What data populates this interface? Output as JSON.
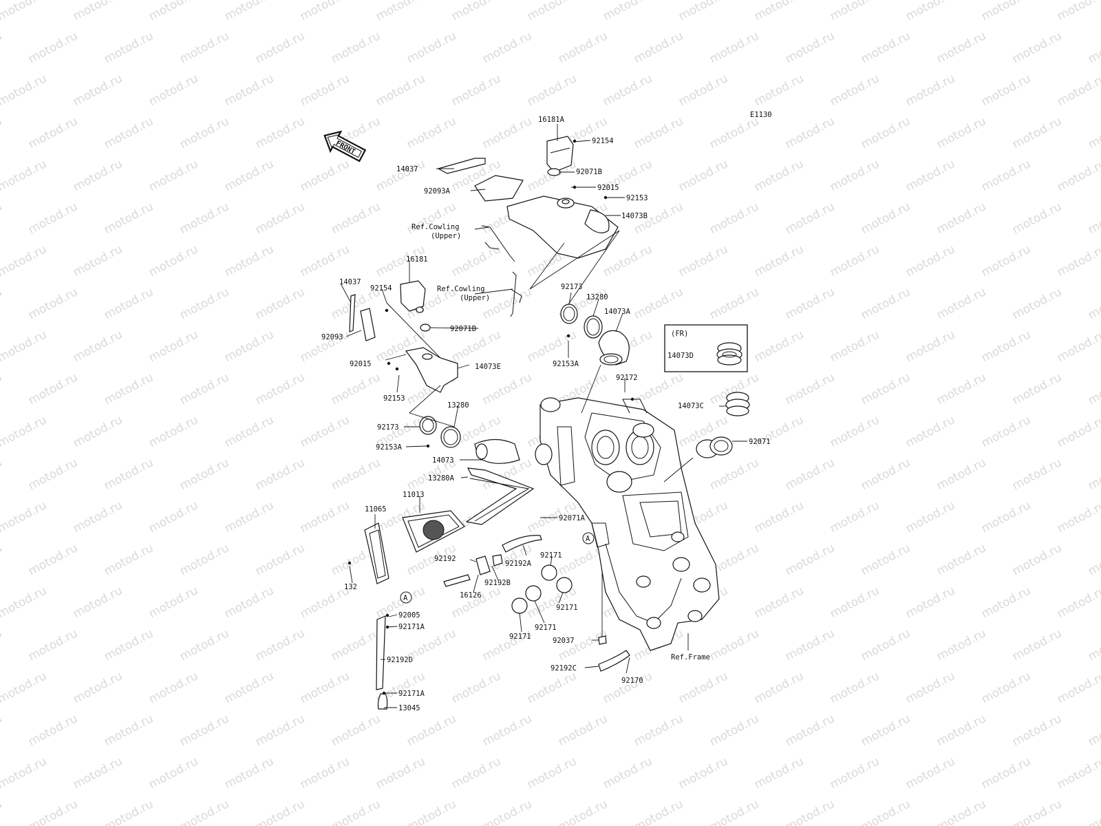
{
  "watermark": "motod.ru",
  "diagram_code": "E1130",
  "front_label": "FRONT",
  "fr_box": {
    "title": "(FR)",
    "part": "14073D"
  },
  "callouts": {
    "c_16181A": "16181A",
    "c_92154_top": "92154",
    "c_14037_top": "14037",
    "c_92071B_top": "92071B",
    "c_92093A": "92093A",
    "c_92015_top": "92015",
    "c_92153_top": "92153",
    "c_14073B": "14073B",
    "c_refcowl1_a": "Ref.Cowling",
    "c_refcowl1_b": "(Upper)",
    "c_16181": "16181",
    "c_14037_left": "14037",
    "c_92154_left": "92154",
    "c_refcowl2_a": "Ref.Cowling",
    "c_refcowl2_b": "(Upper)",
    "c_92173_r": "92173",
    "c_13280_r": "13280",
    "c_14073A": "14073A",
    "c_92093": "92093",
    "c_92071B_left": "92071B",
    "c_92015_left": "92015",
    "c_14073E": "14073E",
    "c_92153A_r": "92153A",
    "c_92153_left": "92153",
    "c_92172": "92172",
    "c_14073C": "14073C",
    "c_13280_l": "13280",
    "c_92173_l": "92173",
    "c_92071": "92071",
    "c_92153A_l": "92153A",
    "c_14073": "14073",
    "c_13280A": "13280A",
    "c_11013": "11013",
    "c_11065": "11065",
    "c_92071A": "92071A",
    "c_A1": "A",
    "c_92192": "92192",
    "c_92192A": "92192A",
    "c_92171_a": "92171",
    "c_92192B": "92192B",
    "c_132": "132",
    "c_16126": "16126",
    "c_92171_b": "92171",
    "c_A2": "A",
    "c_92005": "92005",
    "c_92171A_1": "92171A",
    "c_92171_c": "92171",
    "c_92171_d": "92171",
    "c_92037": "92037",
    "c_92192D": "92192D",
    "c_92192C": "92192C",
    "c_92170": "92170",
    "c_refframe": "Ref.Frame",
    "c_92171A_2": "92171A",
    "c_13045": "13045"
  }
}
